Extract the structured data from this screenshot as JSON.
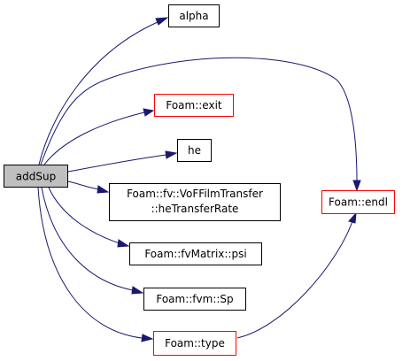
{
  "colors": {
    "edge": "#191970",
    "root_fill": "#bfbfbf",
    "root_border": "#000000",
    "plain_border": "#000000",
    "linked_border": "#ff0000"
  },
  "nodes": {
    "addsup": {
      "lines": [
        "addSup"
      ]
    },
    "alpha": {
      "lines": [
        "alpha"
      ]
    },
    "foam_exit": {
      "lines": [
        "Foam::exit"
      ]
    },
    "he": {
      "lines": [
        "he"
      ]
    },
    "hetransferrate": {
      "lines": [
        "Foam::fv::VoFFilmTransfer",
        "::heTransferRate"
      ]
    },
    "psi": {
      "lines": [
        "Foam::fvMatrix::psi"
      ]
    },
    "sp": {
      "lines": [
        "Foam::fvm::Sp"
      ]
    },
    "foam_type": {
      "lines": [
        "Foam::type"
      ]
    },
    "foam_endl": {
      "lines": [
        "Foam::endl"
      ]
    }
  },
  "edges": [
    {
      "from": "addSup",
      "to": "alpha"
    },
    {
      "from": "addSup",
      "to": "Foam::endl"
    },
    {
      "from": "addSup",
      "to": "Foam::exit"
    },
    {
      "from": "addSup",
      "to": "he"
    },
    {
      "from": "addSup",
      "to": "Foam::fv::VoFFilmTransfer::heTransferRate"
    },
    {
      "from": "addSup",
      "to": "Foam::fvMatrix::psi"
    },
    {
      "from": "addSup",
      "to": "Foam::fvm::Sp"
    },
    {
      "from": "addSup",
      "to": "Foam::type"
    },
    {
      "from": "Foam::type",
      "to": "Foam::endl"
    }
  ]
}
